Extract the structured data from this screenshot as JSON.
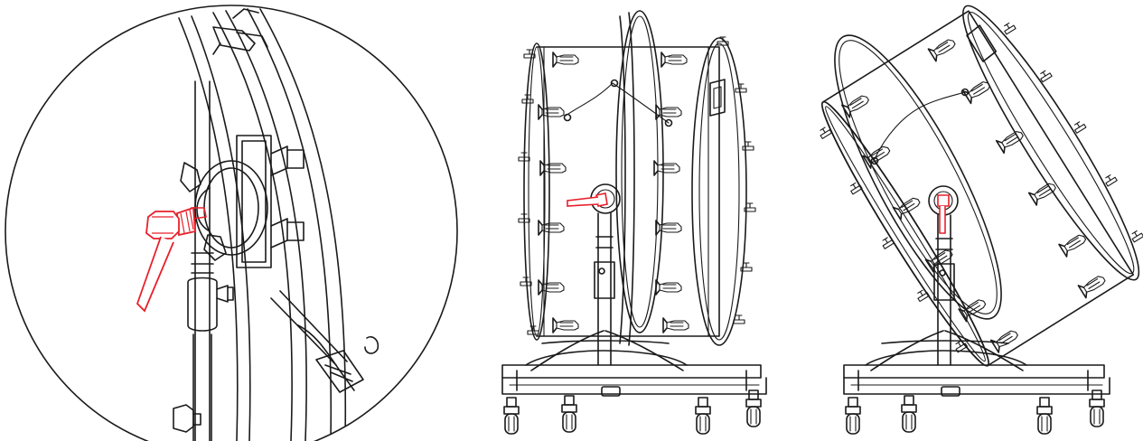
{
  "colors": {
    "line": "#1a1a1a",
    "highlight": "#e8202a",
    "background": "#ffffff"
  },
  "panels": [
    {
      "id": "detail-zoom",
      "highlighted_part": "tilt-lever-knob"
    },
    {
      "id": "drum-upright",
      "highlighted_part": "tilt-lever-knob"
    },
    {
      "id": "drum-tilted",
      "highlighted_part": "tilt-lever-knob"
    }
  ]
}
